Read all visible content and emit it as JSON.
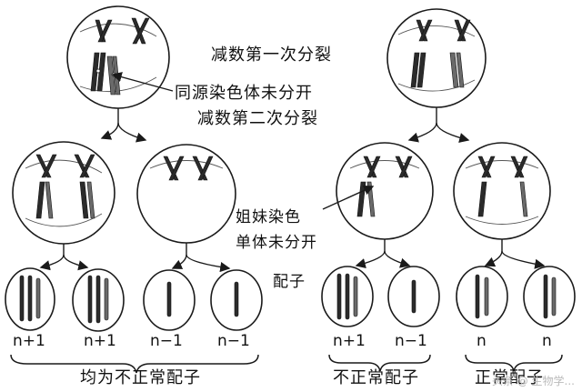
{
  "labels": {
    "meiosis_1": "减数第一次分裂",
    "homolog_nondisjunction": "同源染色体未分开",
    "meiosis_2": "减数第二次分裂",
    "sister_line1": "姐妹染色",
    "sister_line2": "单体未分开",
    "gamete": "配子",
    "left_group": "均为不正常配子",
    "mid_group": "不正常配子",
    "right_group": "正常配子"
  },
  "gametes": [
    "n+1",
    "n+1",
    "n−1",
    "n−1",
    "n+1",
    "n−1",
    "n",
    "n"
  ],
  "watermark": "头条 @ 生物学..."
}
